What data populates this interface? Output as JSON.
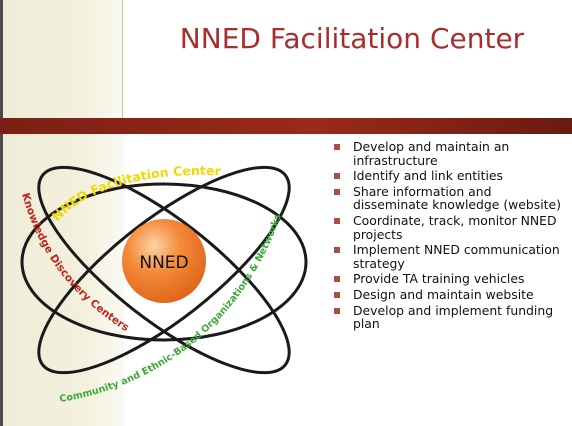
{
  "slide": {
    "title": "NNED Facilitation Center"
  },
  "diagram": {
    "center_label": "NNED",
    "ring_labels": {
      "facilitation": "NNED Facilitation Center",
      "knowledge": "Knowledge Discovery Centers",
      "community": "Community and Ethnic-Based Organizations & Networks"
    },
    "colors": {
      "facilitation_text": "#f0d800",
      "knowledge_text": "#b8281e",
      "community_text": "#3fa83a",
      "ring_stroke": "#1a1a1a",
      "nucleus": "#f07f2a",
      "title": "#a82e2e"
    }
  },
  "bullets": [
    "Develop and maintain an infrastructure",
    "Identify and link entities",
    "Share information and disseminate knowledge (website)",
    "Coordinate, track, monitor NNED projects",
    "Implement NNED communication strategy",
    "Provide TA training vehicles",
    "Design and maintain website",
    "Develop and implement funding plan"
  ]
}
